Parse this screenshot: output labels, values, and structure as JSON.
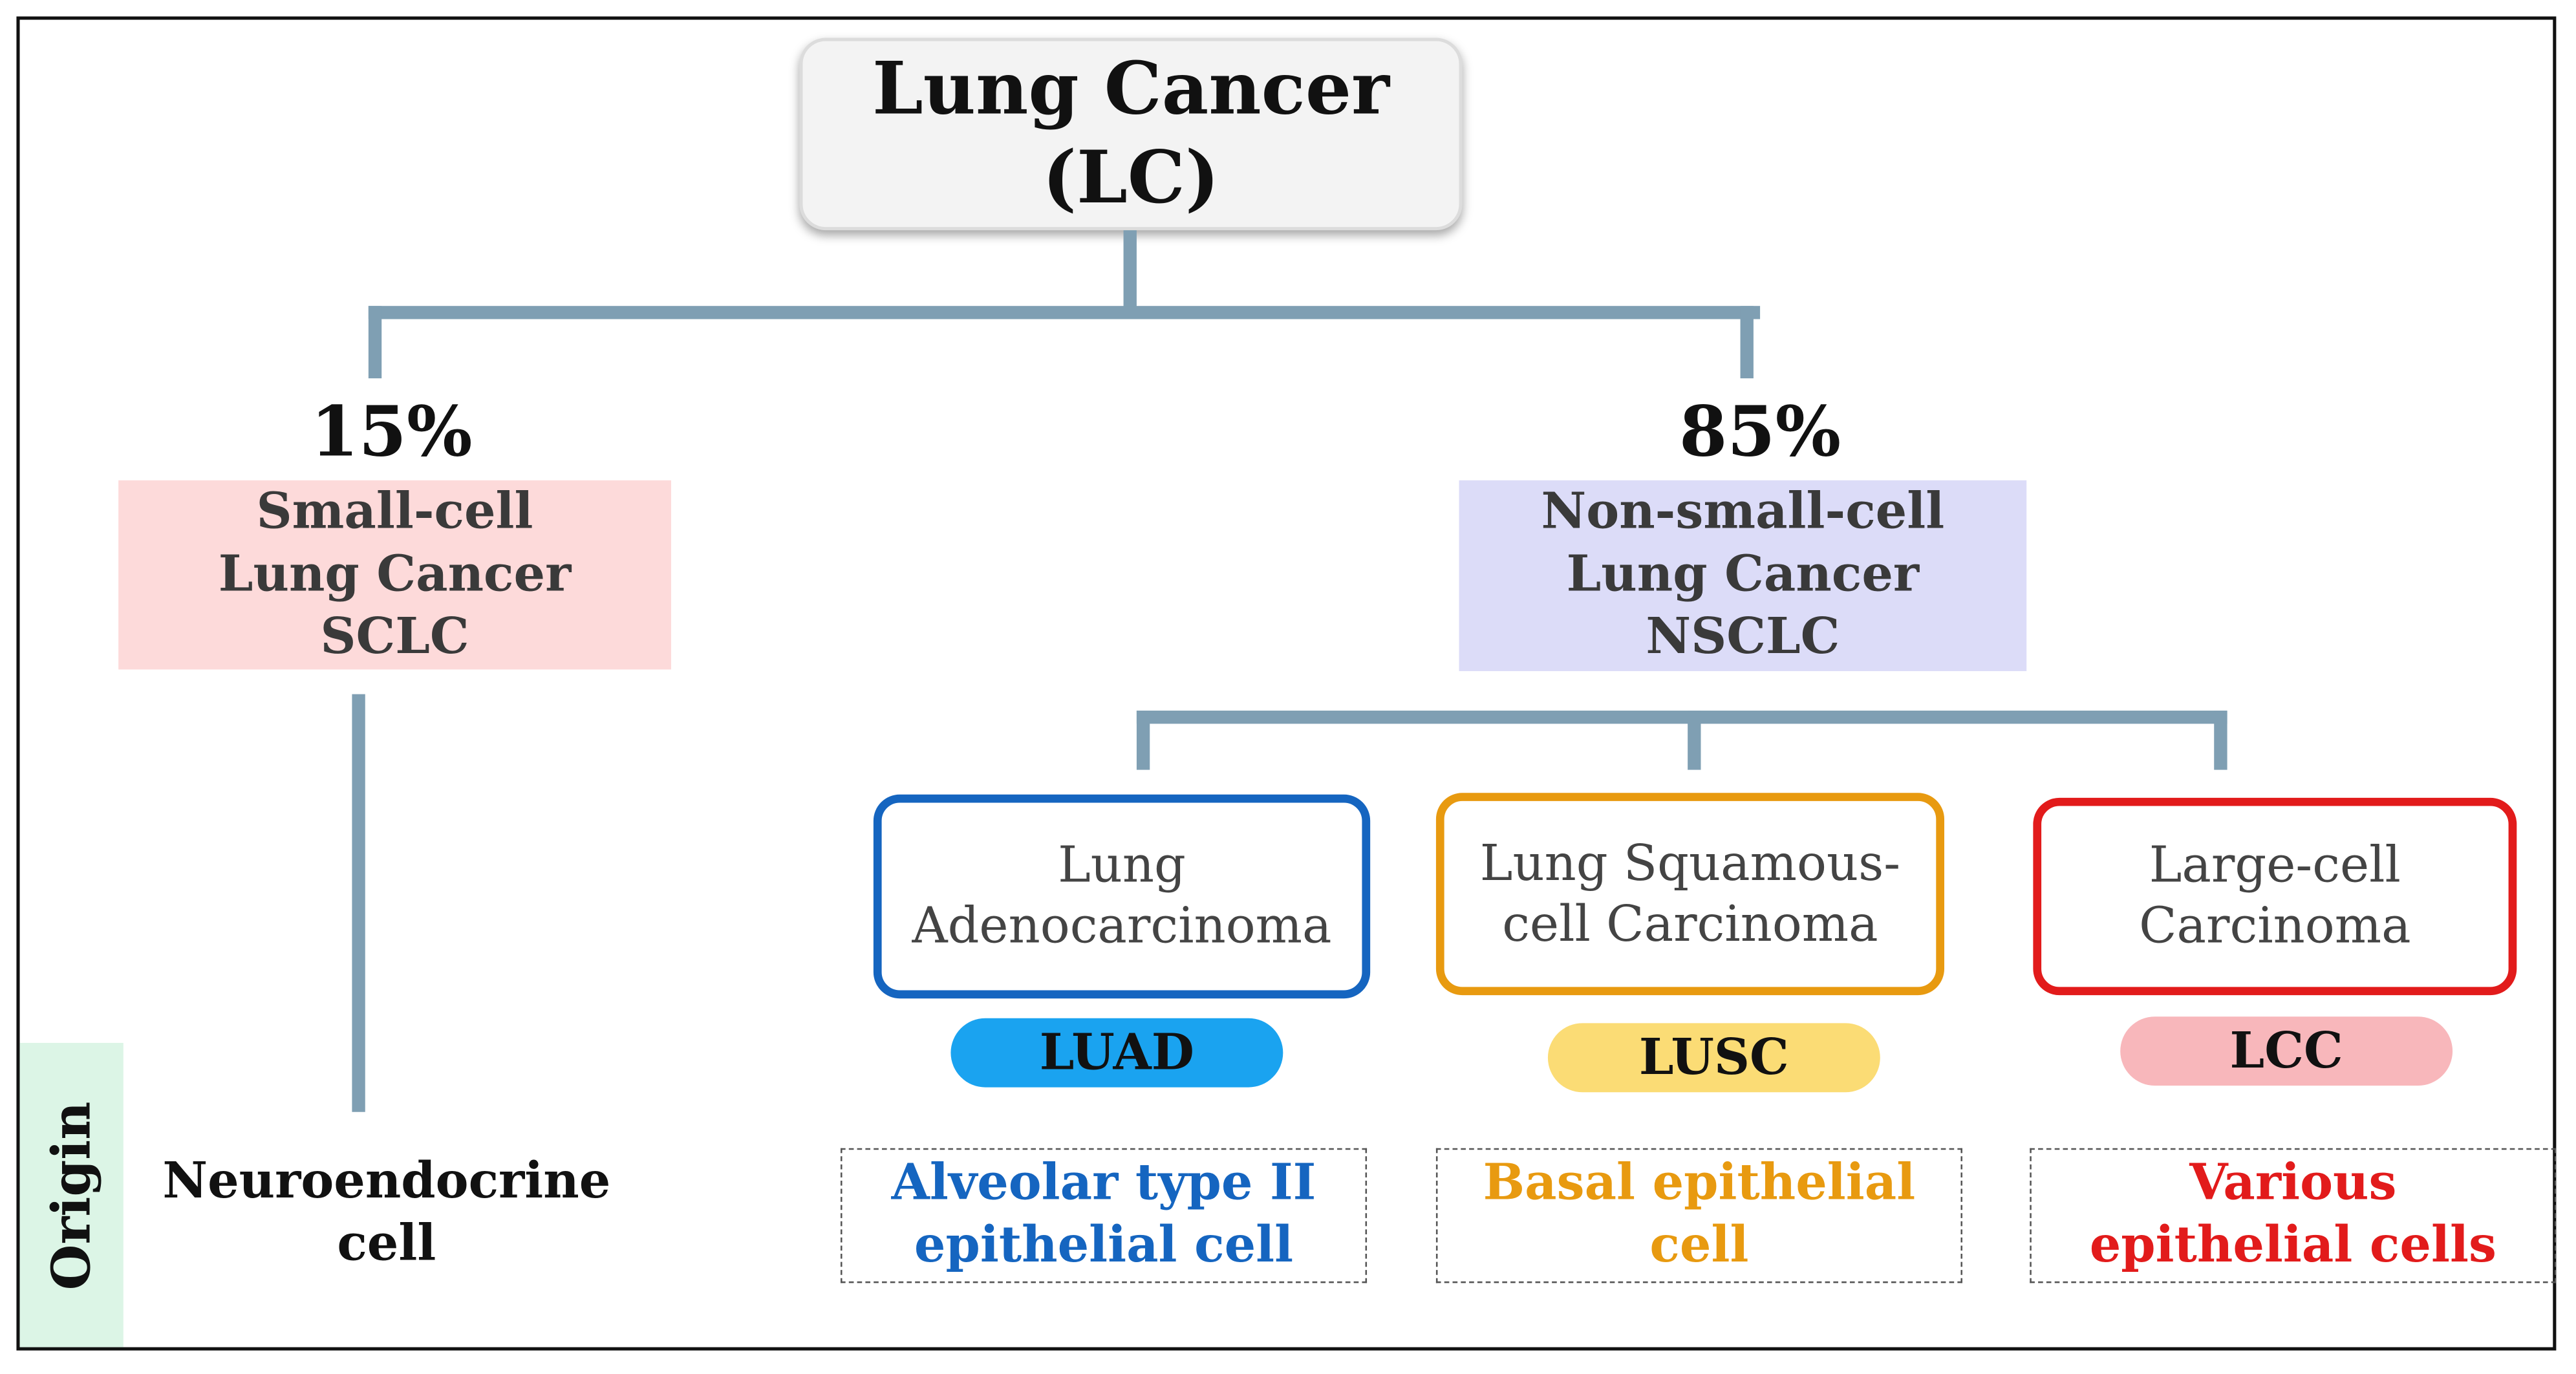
{
  "root": {
    "line1": "Lung Cancer",
    "line2": "(LC)"
  },
  "sclc": {
    "percent": "15%",
    "lines": [
      "Small-cell",
      "Lung Cancer",
      "SCLC"
    ],
    "origin": [
      "Neuroendocrine",
      "cell"
    ]
  },
  "nsclc": {
    "percent": "85%",
    "lines": [
      "Non-small-cell",
      "Lung Cancer",
      "NSCLC"
    ]
  },
  "subtypes": [
    {
      "lines": [
        "Lung",
        "Adenocarcinoma"
      ],
      "abbr": "LUAD",
      "origin": [
        "Alveolar type II",
        "epithelial cell"
      ]
    },
    {
      "lines": [
        "Lung Squamous-",
        "cell Carcinoma"
      ],
      "abbr": "LUSC",
      "origin": [
        "Basal epithelial",
        "cell"
      ]
    },
    {
      "lines": [
        "Large-cell",
        "Carcinoma"
      ],
      "abbr": "LCC",
      "origin": [
        "Various",
        "epithelial cells"
      ]
    }
  ],
  "origin_label": "Origin",
  "colors": {
    "connector": "#7f9fb3",
    "sclc_fill": "#fddada",
    "nsclc_fill": "#dcdcf8",
    "luad": "#1565c0",
    "luad_pill": "#1aa3f0",
    "lusc": "#e89a10",
    "lusc_pill": "#fbdc75",
    "lcc": "#e21b1b",
    "lcc_pill": "#f8b7bb",
    "origin_strip": "#dcf5e6"
  }
}
